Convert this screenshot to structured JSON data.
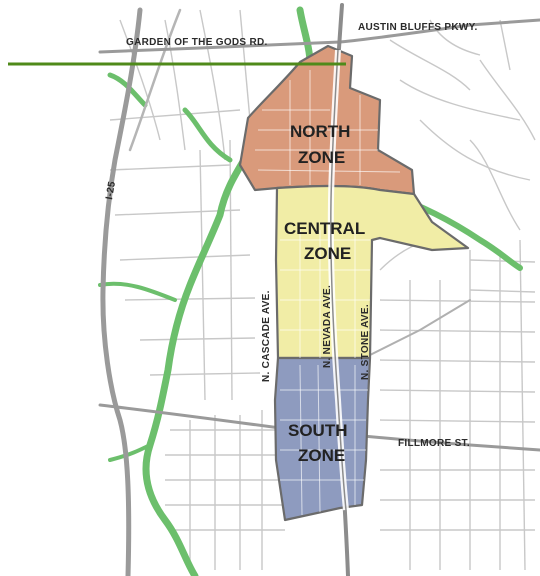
{
  "streets": {
    "garden_of_the_gods": "GARDEN OF THE GODS RD.",
    "austin_bluffs": "AUSTIN BLUFFS PKWY.",
    "interstate": "I-25",
    "fillmore": "FILLMORE ST.",
    "cascade": "N. CASCADE AVE.",
    "nevada": "N. NEVADA AVE.",
    "stone": "N. STONE AVE."
  },
  "zones": {
    "north": {
      "line1": "NORTH",
      "line2": "ZONE",
      "color": "#d99a7b"
    },
    "central": {
      "line1": "CENTRAL",
      "line2": "ZONE",
      "color": "#f1eda6"
    },
    "south": {
      "line1": "SOUTH",
      "line2": "ZONE",
      "color": "#8e9bbf"
    }
  },
  "colors": {
    "greenway": "#6cbf6c",
    "road": "#bdbdbd",
    "major_road": "#8c8c8c",
    "boundary": "#6b6b6b",
    "marker_line": "#4f8a1a"
  }
}
